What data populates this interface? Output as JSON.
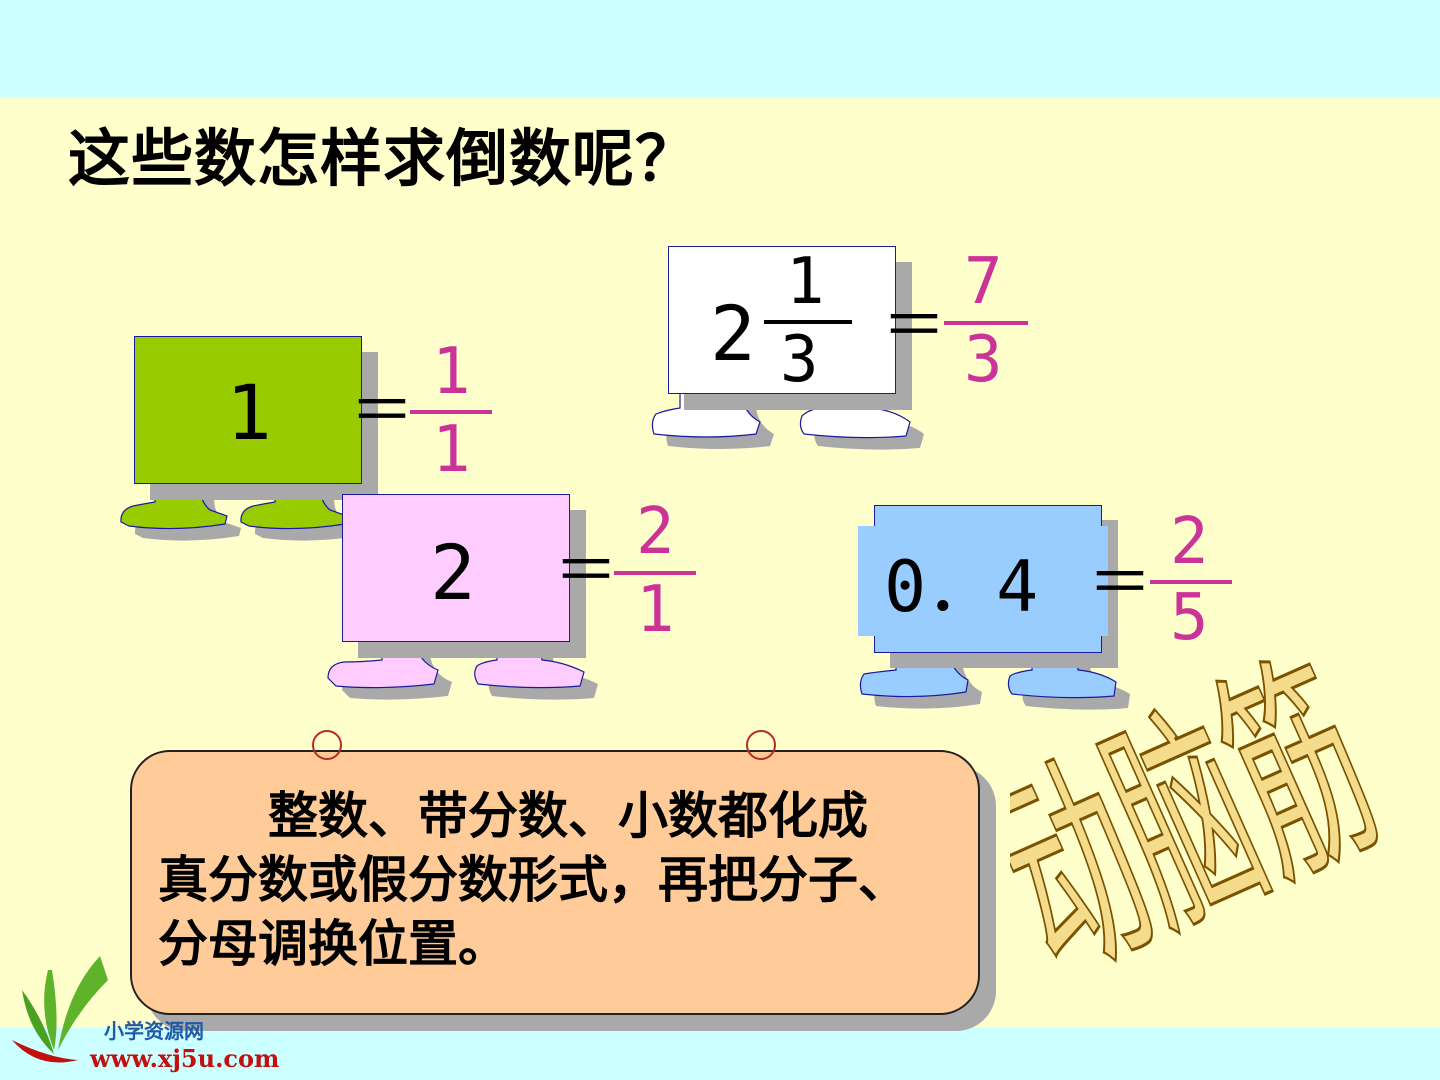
{
  "title": "这些数怎样求倒数呢？",
  "cards": {
    "one": {
      "value": "1",
      "reciprocal_num": "1",
      "reciprocal_den": "1",
      "color": "#99CC00"
    },
    "two": {
      "value": "2",
      "reciprocal_num": "2",
      "reciprocal_den": "1",
      "color": "#FFCCFF"
    },
    "mixed": {
      "whole": "2",
      "numerator": "1",
      "denominator": "3",
      "reciprocal_num": "7",
      "reciprocal_den": "3",
      "color": "#FFFFFF"
    },
    "decimal": {
      "value": "0．4",
      "reciprocal_num": "2",
      "reciprocal_den": "5",
      "color": "#99CCFF"
    }
  },
  "equals": "＝",
  "rule": {
    "line1": "整数、带分数、小数都化成",
    "line2": "真分数或假分数形式，再把分子、",
    "line3": "分母调换位置。"
  },
  "wordart": "动脑筋",
  "logo": {
    "site_name": "小学资源网",
    "url": "www.xj5u.com"
  },
  "colors": {
    "background": "#FFFFCC",
    "band": "#CCFFFF",
    "accent_pink": "#CC3399",
    "rule_box": "#FFCC99",
    "wordart_fill": "#F5DC8C"
  }
}
